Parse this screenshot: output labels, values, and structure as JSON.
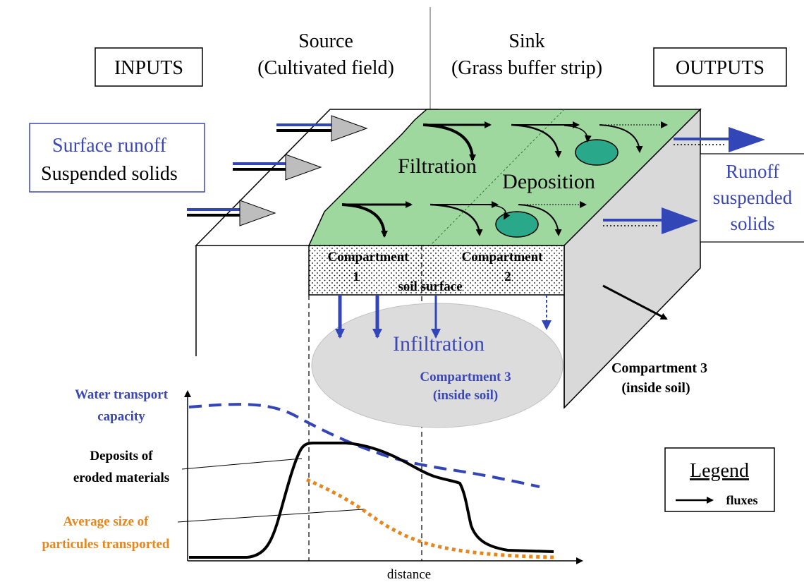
{
  "labels": {
    "inputs": "INPUTS",
    "outputs": "OUTPUTS",
    "source_title": "Source",
    "source_sub": "(Cultivated field)",
    "sink_title": "Sink",
    "sink_sub": "(Grass buffer strip)",
    "surface_runoff": "Surface runoff",
    "suspended_solids": "Suspended solids",
    "filtration": "Filtration",
    "deposition": "Deposition",
    "runoff_out_1": "Runoff",
    "runoff_out_2": "suspended",
    "runoff_out_3": "solids",
    "compartment1_a": "Compartment",
    "compartment1_b": "1",
    "compartment2_a": "Compartment",
    "compartment2_b": "2",
    "soil_surface": "soil surface",
    "infiltration": "Infiltration",
    "comp3_inner_a": "Compartment 3",
    "comp3_inner_b": "(inside soil)",
    "comp3_side_a": "Compartment 3",
    "comp3_side_b": "(inside soil)",
    "water_capacity_a": "Water transport",
    "water_capacity_b": "capacity",
    "deposits_a": "Deposits of",
    "deposits_b": "eroded materials",
    "avg_size_a": "Average size of",
    "avg_size_b": "particules transported",
    "legend_title": "Legend",
    "legend_fluxes": "fluxes",
    "distance": "distance"
  },
  "colors": {
    "grass": "#9fd89f",
    "blue_text": "#3a47b5",
    "blue_arrow": "#3346b8",
    "orange": "#e8861e",
    "ellipse_fill": "#dcdcdc",
    "side_face": "#d9d9d9",
    "teal": "#2aa88a"
  }
}
